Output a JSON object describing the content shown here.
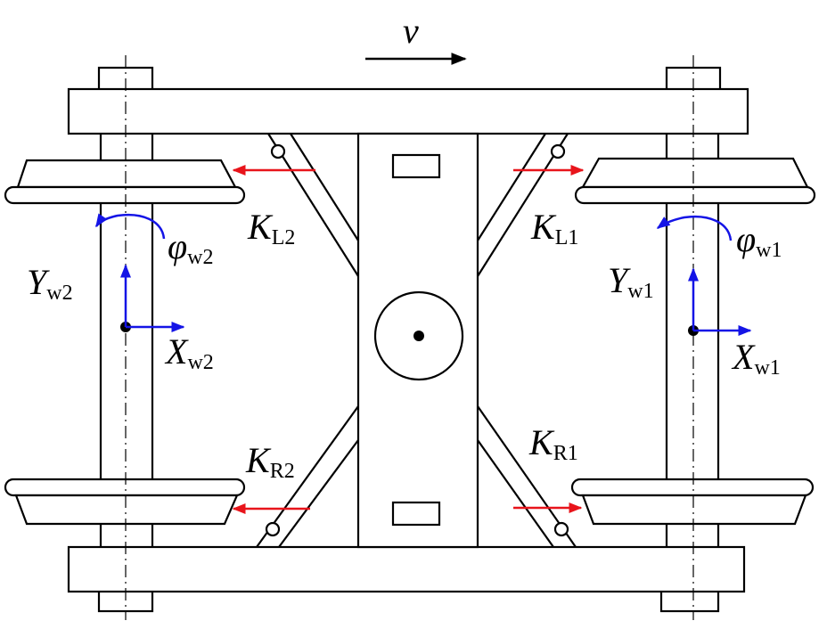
{
  "velocity": {
    "symbol": "v"
  },
  "springs": {
    "left_front": {
      "main": "K",
      "sub": "L1"
    },
    "left_rear": {
      "main": "K",
      "sub": "L2"
    },
    "right_front": {
      "main": "K",
      "sub": "R1"
    },
    "right_rear": {
      "main": "K",
      "sub": "R2"
    }
  },
  "wheelset_front": {
    "lateral": {
      "main": "Y",
      "sub": "w1"
    },
    "longitudinal": {
      "main": "X",
      "sub": "w1"
    },
    "yaw": {
      "main": "φ",
      "sub": "w1"
    }
  },
  "wheelset_rear": {
    "lateral": {
      "main": "Y",
      "sub": "w2"
    },
    "longitudinal": {
      "main": "X",
      "sub": "w2"
    },
    "yaw": {
      "main": "φ",
      "sub": "w2"
    }
  },
  "colors": {
    "force_arrow": "#e8141b",
    "dof_arrow": "#1414e6",
    "line": "#000000"
  }
}
